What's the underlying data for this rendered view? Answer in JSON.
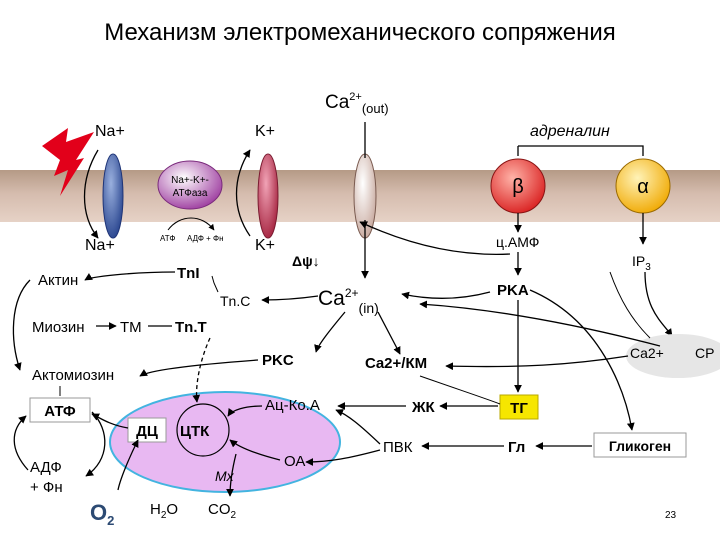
{
  "title": "Механизм электромеханического сопряжения",
  "membrane": {
    "na_out": "Na+",
    "k_out": "K+",
    "ca_out_base": "Ca",
    "ca_out_sup": "2+",
    "ca_out_sub": "(out)",
    "adrenaline": "адреналин",
    "pump_label_1": "Na+-K+-",
    "pump_label_2": "АТФаза",
    "beta_symbol": "β",
    "alpha_symbol": "α",
    "na_in": "Na+",
    "k_in": "K+",
    "atp_small": "АТФ",
    "adp_small": "АДФ + Фн",
    "delta_psi": "Δψ↓"
  },
  "cell": {
    "camp": "ц.АМФ",
    "ip3": "IP",
    "ip3_sub": "3",
    "actin": "Актин",
    "tni": "TnI",
    "tnc": "Tn.C",
    "ca_in_base": "Ca",
    "ca_in_sup": "2+",
    "ca_in_sub": "(in)",
    "pka": "PKA",
    "myosin": "Миозин",
    "tm": "TM",
    "tnt": "Tn.T",
    "pkc": "PKC",
    "ca_km": "Ca2+/КМ",
    "ca_sr": "Ca2+",
    "sr": "СР",
    "actomyosin": "Актомиозин",
    "atp": "АТФ",
    "acetyl_coa": "Ац-Ко.А",
    "fa": "ЖК",
    "tg": "ТГ",
    "dc": "ДЦ",
    "tca": "ЦТК",
    "pvk": "ПВК",
    "glucose": "Гл",
    "glycogen": "Гликоген",
    "oa": "ОА",
    "adp": "АДФ",
    "pn": "+ Фн",
    "mito": "Мх",
    "o2": "O",
    "o2_sub": "2",
    "h2o_h": "H",
    "h2o_sub": "2",
    "h2o_o": "O",
    "co2_c": "CO",
    "co2_sub": "2"
  },
  "page_number": "23",
  "colors": {
    "membrane_top": "#b59a86",
    "membrane_bottom": "#e0c8bb",
    "beta_receptor": "#e83a3a",
    "alpha_receptor": "#ffd24a",
    "na_channel": "#3a5aa8",
    "k_channel": "#c03a55",
    "ca_channel": "#e3d2cc",
    "mitochondrion": "#e8b8f2",
    "tg_box": "#f6e600",
    "lightning": "#e2001a",
    "sr_ellipse": "#e6e6e6"
  }
}
